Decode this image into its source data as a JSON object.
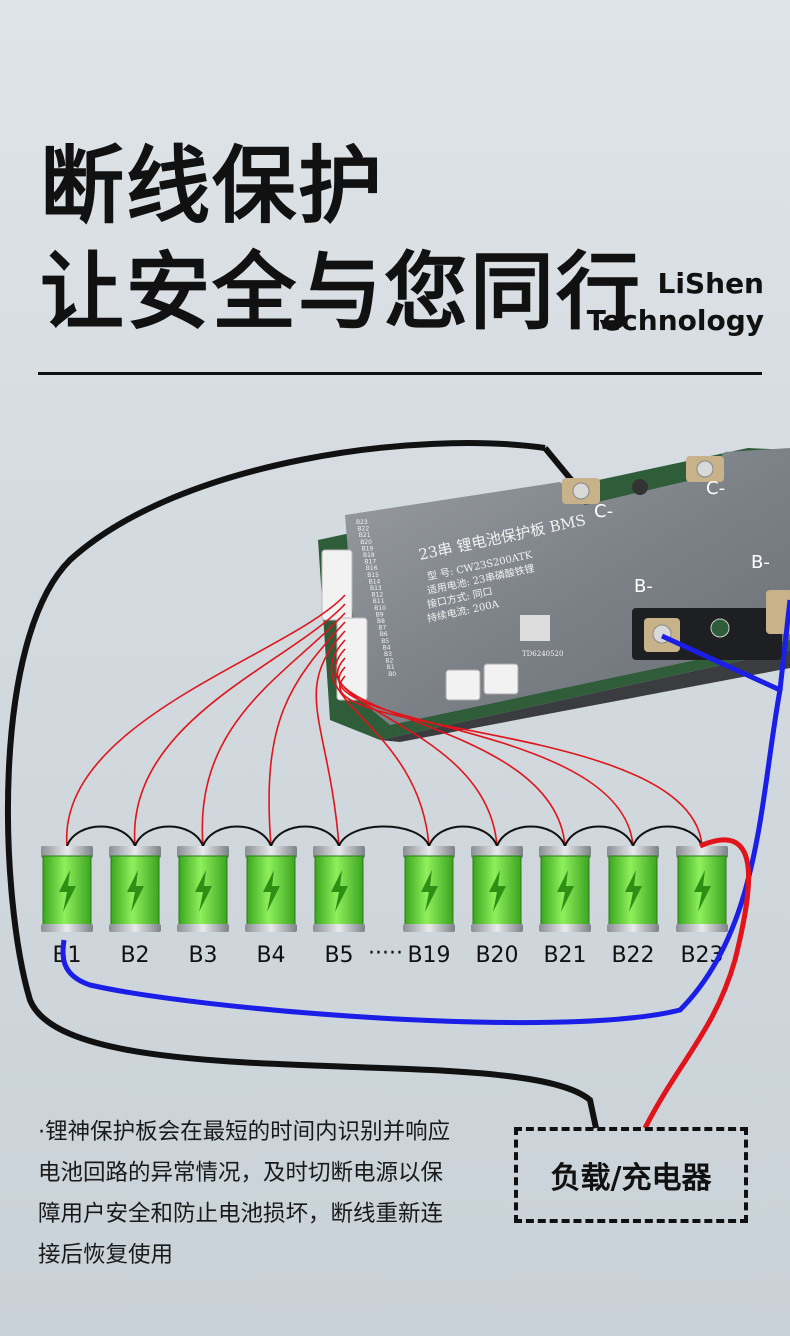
{
  "headline": {
    "line1": "断线保护",
    "line2": "让安全与您同行"
  },
  "brand": {
    "line1": "LiShen",
    "line2": "Technology"
  },
  "board": {
    "title": "23串 锂电池保护板 BMS",
    "spec_rows": [
      {
        "label": "型    号:",
        "value": "CW23S200ATK"
      },
      {
        "label": "适用电池:",
        "value": "23串磷酸铁锂"
      },
      {
        "label": "接口方式:",
        "value": "同口"
      },
      {
        "label": "持续电流:",
        "value": "200A"
      }
    ],
    "serial": "TD6240520",
    "terminals": {
      "c_minus_left": "C-",
      "c_minus_right": "C-",
      "b_minus_left": "B-",
      "b_minus_right": "B-"
    },
    "pin_labels": [
      "B23",
      "B22",
      "B21",
      "B20",
      "B19",
      "B18",
      "B17",
      "B16",
      "B15",
      "B14",
      "B13",
      "B12",
      "B11",
      "B10",
      "B9",
      "B8",
      "B7",
      "B6",
      "B5",
      "B4",
      "B3",
      "B2",
      "B1",
      "B0"
    ]
  },
  "cells": {
    "labels": [
      "B1",
      "B2",
      "B3",
      "B4",
      "B5",
      "B19",
      "B20",
      "B21",
      "B22",
      "B23"
    ],
    "ellipsis": "·····",
    "fill_color": "#5fd23c",
    "icon": "lightning-bolt-icon"
  },
  "wires": {
    "balance_color": "#e0141a",
    "negative_color": "#1a1ee6",
    "charge_color": "#111111"
  },
  "description": "·锂神保护板会在最短的时间内识别并响应电池回路的异常情况，及时切断电源以保障用户安全和防止电池损坏，断线重新连接后恢复使用",
  "load": {
    "label": "负载/充电器"
  }
}
